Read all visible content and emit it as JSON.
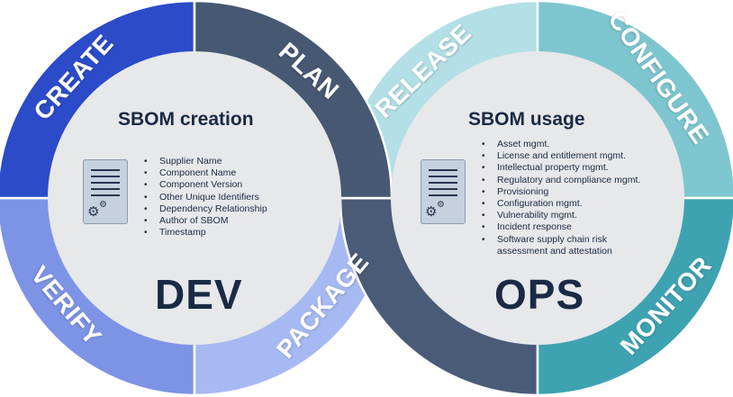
{
  "dev": {
    "title": "SBOM creation",
    "big_label": "DEV",
    "items": [
      "Supplier Name",
      "Component Name",
      "Component Version",
      "Other Unique Identifiers",
      "Dependency Relationship",
      "Author of SBOM",
      "Timestamp"
    ]
  },
  "ops": {
    "title": "SBOM usage",
    "big_label": "OPS",
    "items": [
      "Asset mgmt.",
      "License and entitlement mgmt.",
      "Intellectual property mgmt.",
      "Regulatory and compliance mgmt.",
      "Provisioning",
      "Configuration mgmt.",
      "Vulnerability mgmt.",
      "Incident response",
      "Software supply chain risk",
      "assessment and attestation"
    ]
  },
  "segments": {
    "create": "CREATE",
    "plan": "PLAN",
    "package": "PACKAGE",
    "verify": "VERIFY",
    "release": "RELEASE",
    "configure": "CONFIGURE",
    "monitor": "MONITOR",
    "ops_bottom": ""
  },
  "colors": {
    "create": "#2b4bc9",
    "plan": "#475873",
    "package": "#a6b9f2",
    "verify": "#7d93e6",
    "release": "#b3dfe6",
    "configure": "#7ec6cf",
    "monitor": "#3ea3b1",
    "ops_bottom": "#4a5b78"
  },
  "icons": {
    "dev_doc": "document-gear-icon",
    "ops_doc": "document-gear-icon"
  }
}
